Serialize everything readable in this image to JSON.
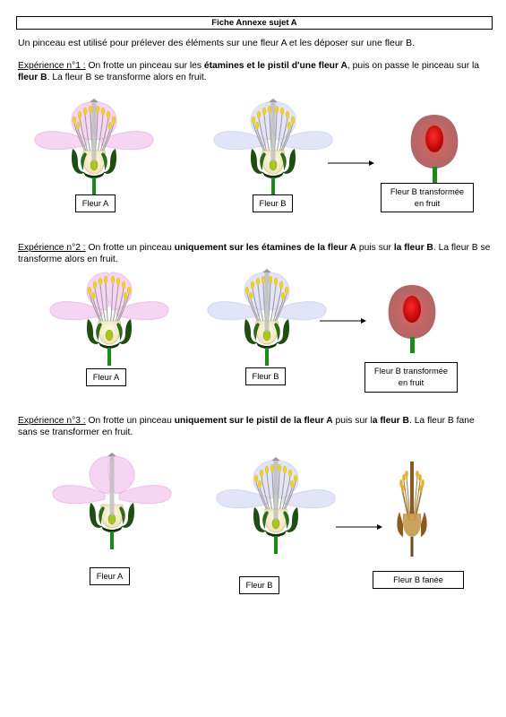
{
  "title": "Fiche Annexe sujet A",
  "intro": "Un pinceau est utilisé pour prélever des éléments sur une fleur A et les déposer sur une fleur B.",
  "experiences": [
    {
      "label": "Expérience n°1 :",
      "t1": " On frotte un pinceau sur les ",
      "b1": "étamines et le pistil d'une fleur A",
      "t2": ", puis on passe le pinceau sur la ",
      "b2": "fleur B",
      "t3": ". La fleur B se transforme alors en fruit.",
      "box_a": "Fleur A",
      "box_b": "Fleur B",
      "box_result": "Fleur B transformée en fruit"
    },
    {
      "label": "Expérience n°2 :",
      "t1": " On frotte un pinceau ",
      "b1": "uniquement sur les étamines de la fleur A",
      "t2": " puis sur ",
      "b2": "la fleur B",
      "t3": ". La fleur B se transforme alors en fruit.",
      "box_a": "Fleur A",
      "box_b": "Fleur B",
      "box_result": "Fleur B transformée en fruit"
    },
    {
      "label": "Expérience n°3 :",
      "t1": " On frotte un pinceau ",
      "b1": "uniquement sur le pistil de la fleur A",
      "t2": " puis sur l",
      "b2": "a fleur B",
      "t3": ". La fleur B fane sans se transformer en fruit.",
      "box_a": "Fleur A",
      "box_b": "Fleur B",
      "box_result": "Fleur B fanée"
    }
  ],
  "colors": {
    "pink_petal": "#f3c8ee",
    "blue_petal": "#d9dcf6",
    "stem_green": "#1a8a1a",
    "fruit_red": "#cc1414",
    "stamen_yellow": "#f2d22a"
  }
}
